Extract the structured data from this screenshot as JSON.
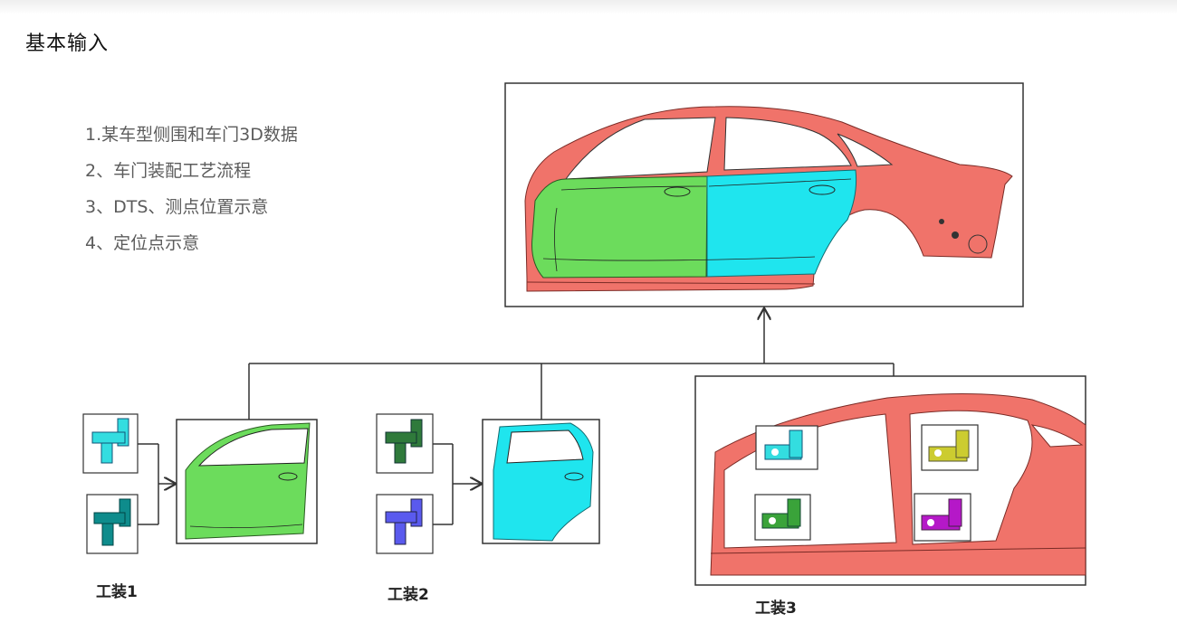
{
  "title": "基本输入",
  "inputs": [
    "1.某车型侧围和车门3D数据",
    "2、车门装配工艺流程",
    "3、DTS、测点位置示意",
    "4、定位点示意"
  ],
  "fixtures": {
    "fixture1": "工装1",
    "fixture2": "工装2",
    "fixture3": "工装3"
  },
  "colors": {
    "body_red": "#f0736a",
    "front_door_green": "#6cdc5c",
    "rear_door_cyan": "#1fe5ee",
    "line": "#333333",
    "pin_cyan": "#33dde0",
    "pin_teal": "#0e8c8c",
    "pin_darkgreen": "#2f7a3b",
    "pin_blue": "#5a5aee",
    "pin_yellow": "#cccc30",
    "pin_purple": "#b518c8",
    "pin_green": "#3aa33a"
  }
}
